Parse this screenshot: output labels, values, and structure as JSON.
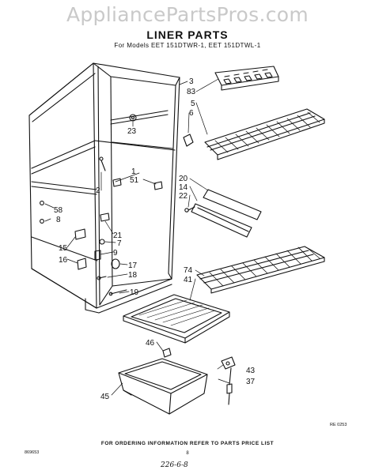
{
  "watermark": "AppliancePartsPros.com",
  "title": "LINER PARTS",
  "subtitle": "For Models EET 151DTWR-1, EET 151DTWL-1",
  "callouts": {
    "c3": "3",
    "c83": "83",
    "c5": "5",
    "c6": "6",
    "c23": "23",
    "c1": "1",
    "c51": "51",
    "c2": "2",
    "c20": "20",
    "c14": "14",
    "c22": "22",
    "c58": "58",
    "c8": "8",
    "c21": "21",
    "c7": "7",
    "c9": "9",
    "c15": "15",
    "c16": "16",
    "c17": "17",
    "c18": "18",
    "c74": "74",
    "c41": "41",
    "c19": "19",
    "c46": "46",
    "c43": "43",
    "c37": "37",
    "c45": "45"
  },
  "drawing_code": "RE 0253",
  "footer_note": "FOR ORDERING INFORMATION REFER TO PARTS PRICE LIST",
  "page_number": "8",
  "left_code": "869653",
  "handwritten_code": "226-6-8"
}
